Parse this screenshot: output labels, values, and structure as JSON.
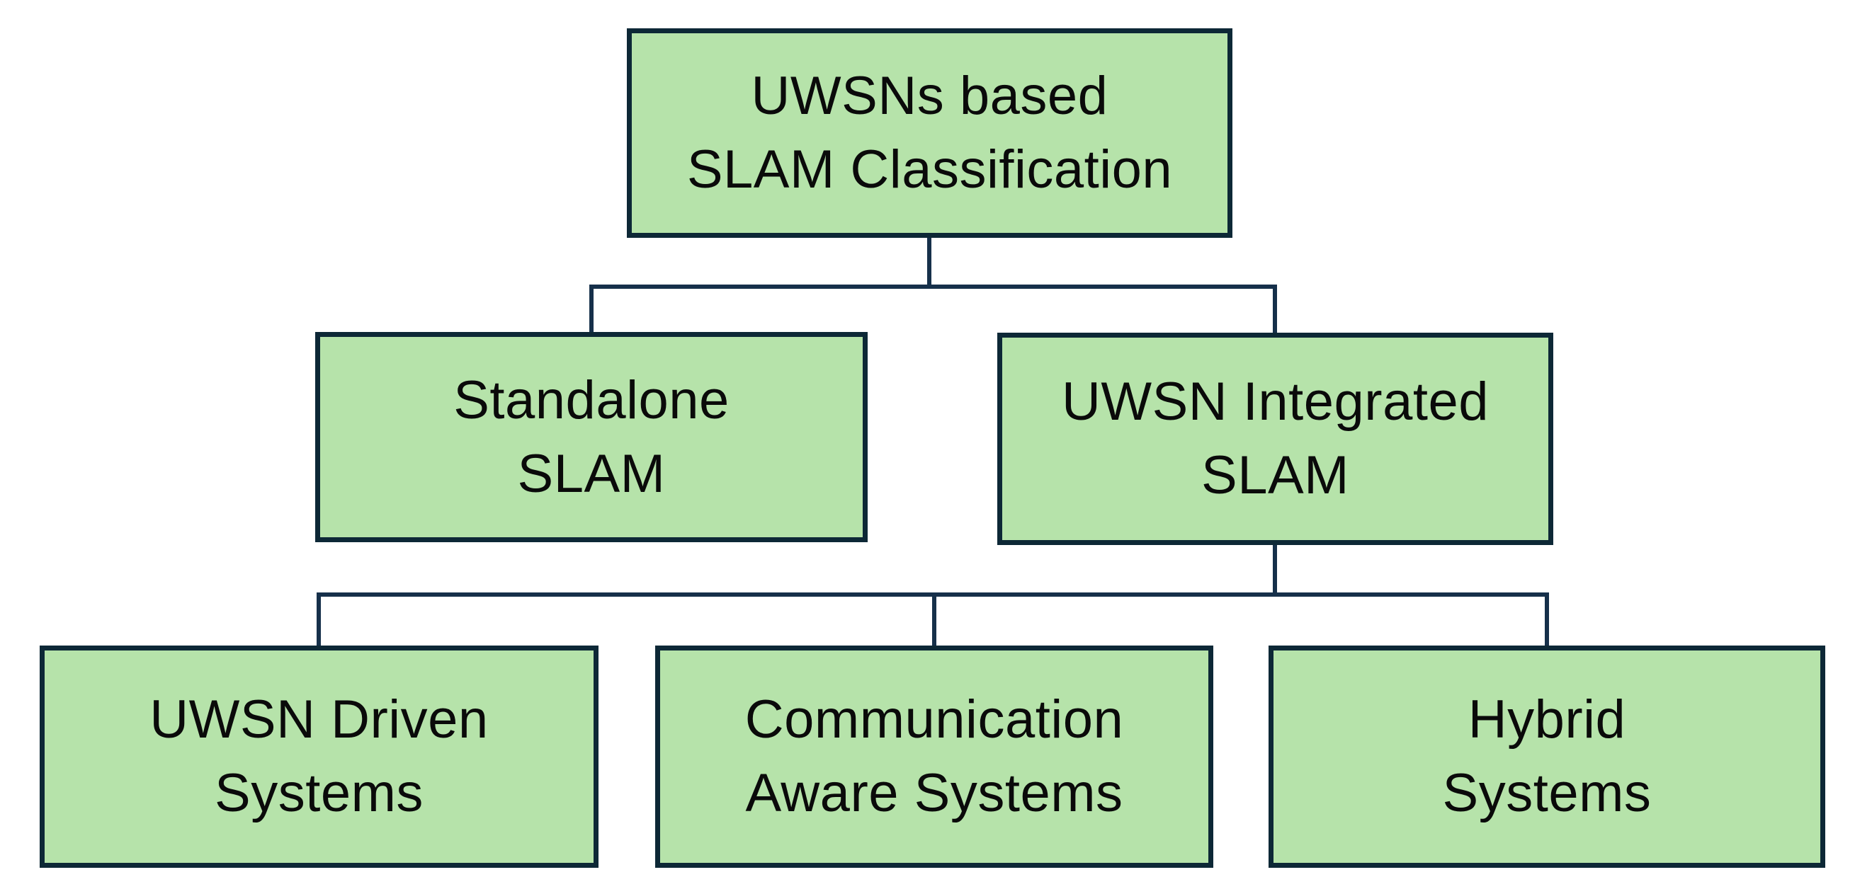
{
  "diagram": {
    "nodes": {
      "root": {
        "line1": "UWSNs based",
        "line2": "SLAM Classification"
      },
      "standalone": {
        "line1": "Standalone",
        "line2": "SLAM"
      },
      "integrated": {
        "line1": "UWSN Integrated",
        "line2": "SLAM"
      },
      "driven": {
        "line1": "UWSN Driven",
        "line2": "Systems"
      },
      "comm": {
        "line1": "Communication",
        "line2": "Aware Systems"
      },
      "hybrid": {
        "line1": "Hybrid",
        "line2": "Systems"
      }
    },
    "edges": [
      {
        "from": "root",
        "to": "standalone"
      },
      {
        "from": "root",
        "to": "integrated"
      },
      {
        "from": "integrated",
        "to": "driven"
      },
      {
        "from": "integrated",
        "to": "comm"
      },
      {
        "from": "integrated",
        "to": "hybrid"
      }
    ],
    "colors": {
      "node_fill": "#b6e3aa",
      "node_border": "#0d2836",
      "connector": "#16304a",
      "text": "#0a0a0a",
      "background": "#ffffff"
    }
  }
}
